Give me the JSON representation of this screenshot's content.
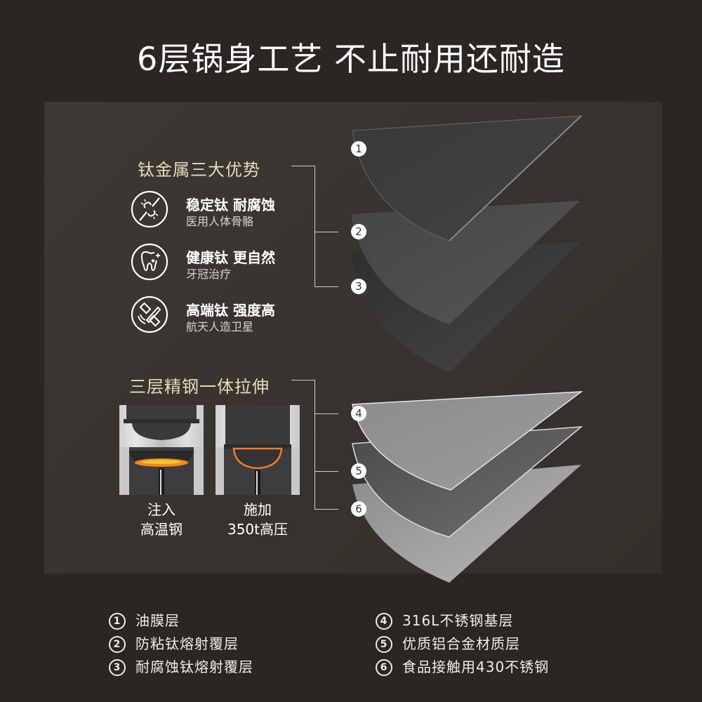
{
  "title": "6层锅身工艺 不止耐用还耐造",
  "titanium": {
    "heading": "钛金属三大优势",
    "features": [
      {
        "icon": "joint-bone-icon",
        "title": "稳定钛 耐腐蚀",
        "subtitle": "医用人体骨骼"
      },
      {
        "icon": "tooth-icon",
        "title": "健康钛 更自然",
        "subtitle": "牙冠治疗"
      },
      {
        "icon": "satellite-icon",
        "title": "高端钛 强度高",
        "subtitle": "航天人造卫星"
      }
    ]
  },
  "steel": {
    "heading": "三层精钢一体拉伸",
    "steps": [
      {
        "line1": "注入",
        "line2": "高温钢"
      },
      {
        "line1": "施加",
        "line2": "350t高压"
      }
    ]
  },
  "layer_markers": [
    "1",
    "2",
    "3",
    "4",
    "5",
    "6"
  ],
  "legend": {
    "left": [
      {
        "num": "1",
        "label": "油膜层"
      },
      {
        "num": "2",
        "label": "防粘钛熔射覆层"
      },
      {
        "num": "3",
        "label": "耐腐蚀钛熔射覆层"
      }
    ],
    "right": [
      {
        "num": "4",
        "label": "316L不锈钢基层"
      },
      {
        "num": "5",
        "label": "优质铝合金材质层"
      },
      {
        "num": "6",
        "label": "食品接触用430不锈钢"
      }
    ]
  },
  "colors": {
    "background": "#2a2623",
    "panel": "#3a3531",
    "heading_gold": "#e7dcb8",
    "connector": "#cfcac2"
  }
}
